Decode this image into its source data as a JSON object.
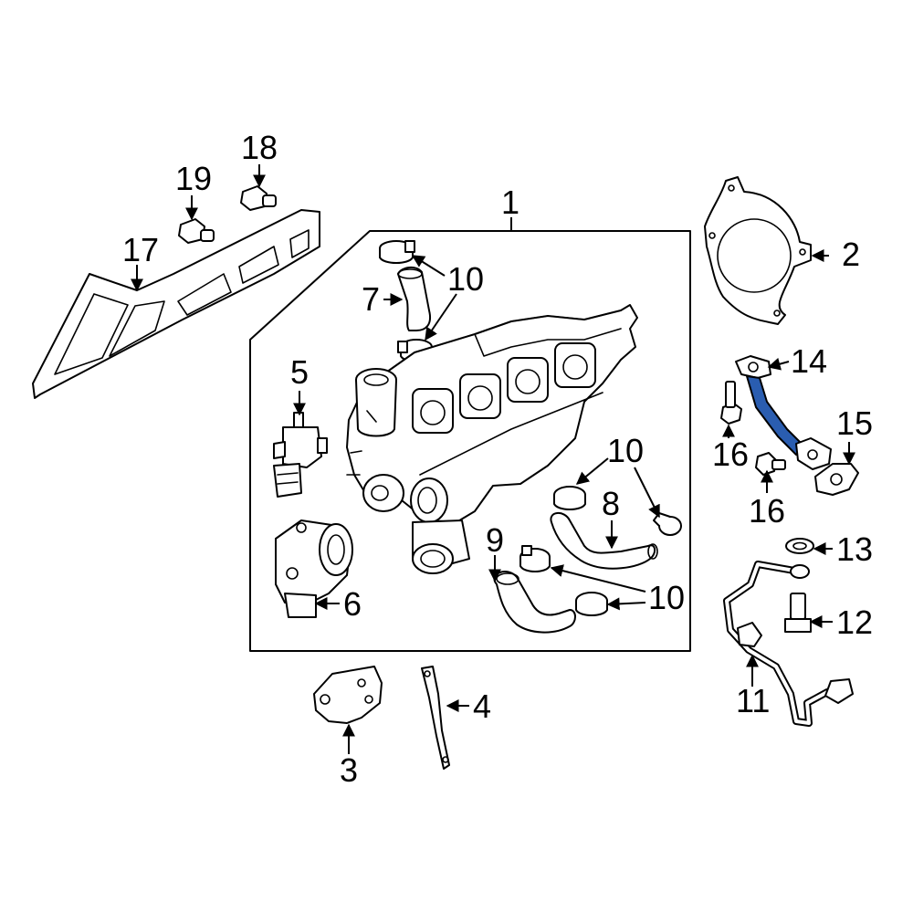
{
  "diagram": {
    "highlight_color": "#2a5db0",
    "callouts": {
      "c1": "1",
      "c2": "2",
      "c3": "3",
      "c4": "4",
      "c5": "5",
      "c6": "6",
      "c7": "7",
      "c8": "8",
      "c9": "9",
      "c10a": "10",
      "c10b": "10",
      "c10c": "10",
      "c11": "11",
      "c12": "12",
      "c13": "13",
      "c14": "14",
      "c15": "15",
      "c16a": "16",
      "c16b": "16",
      "c17": "17",
      "c18": "18",
      "c19": "19"
    }
  }
}
